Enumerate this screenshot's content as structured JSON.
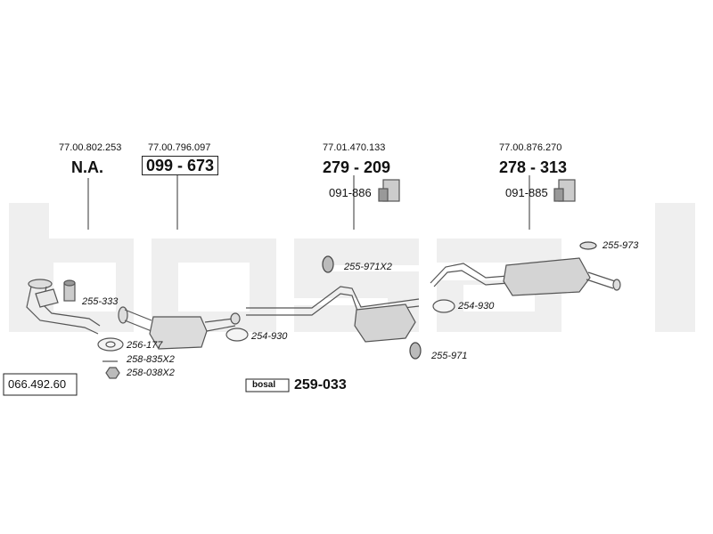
{
  "callouts": [
    {
      "oe": "77.00.802.253",
      "ref": "N.A."
    },
    {
      "oe": "77.00.796.097",
      "ref": "099 - 673"
    },
    {
      "oe": "77.01.470.133",
      "ref": "279 - 209",
      "sub": "091-886"
    },
    {
      "oe": "77.00.876.270",
      "ref": "278 - 313",
      "sub": "091-885"
    }
  ],
  "parts": {
    "p1": "255-333",
    "p2": "256-177",
    "p3": "258-835X2",
    "p4": "258-038X2",
    "p5": "254-930",
    "p6": "255-971X2",
    "p7": "254-930",
    "p8": "255-971",
    "p9": "255-973"
  },
  "drawing_number": "066.492.60",
  "kit": {
    "logo": "bosal",
    "ref": "259-033"
  },
  "watermark": "bosal"
}
